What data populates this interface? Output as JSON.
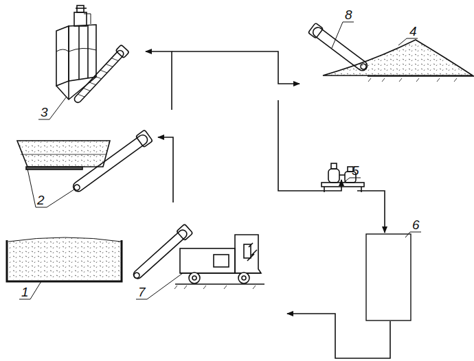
{
  "diagram": {
    "labels": [
      "8",
      "4",
      "3",
      "2",
      "5",
      "6",
      "1",
      "7"
    ]
  }
}
